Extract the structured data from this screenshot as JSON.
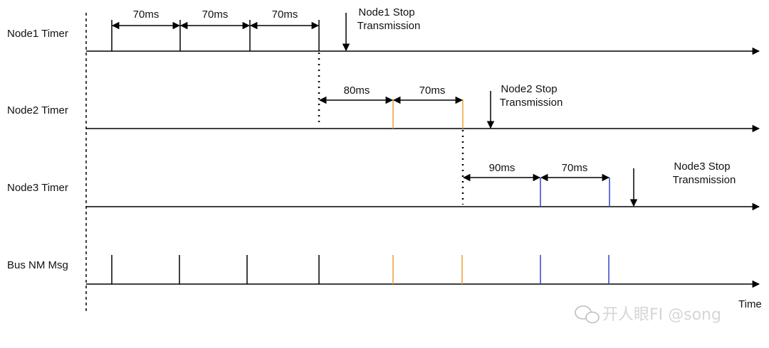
{
  "rows": [
    {
      "label": "Node1 Timer"
    },
    {
      "label": "Node2 Timer"
    },
    {
      "label": "Node3 Timer"
    },
    {
      "label": "Bus NM Msg"
    }
  ],
  "axis_label": "Time",
  "intervals": {
    "node1": [
      "70ms",
      "70ms",
      "70ms"
    ],
    "node2": [
      "80ms",
      "70ms"
    ],
    "node3": [
      "90ms",
      "70ms"
    ]
  },
  "stop_notes": {
    "node1": [
      "Node1 Stop",
      "Transmission"
    ],
    "node2": [
      "Node2 Stop",
      "Transmission"
    ],
    "node3": [
      "Node3 Stop",
      "Transmission"
    ]
  },
  "colors": {
    "node1": "#000000",
    "node2": "#f0a030",
    "node3": "#3344cc",
    "line": "#000000"
  },
  "watermark": "开人眼FI @song"
}
